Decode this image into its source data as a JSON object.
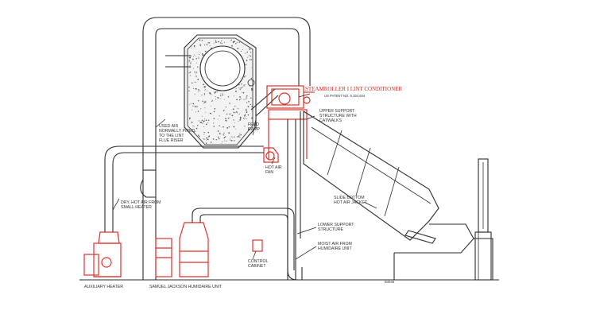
{
  "title": "STEAMROLLER I LINT CONDITIONER",
  "patent": "US PATENT NO. 6,334,634",
  "labels": {
    "upper_support": [
      "UPPER SUPPORT",
      "STRUCTURE WITH",
      "CATWALKS"
    ],
    "used_air": [
      "USED AIR",
      "NORMALLY PIPED",
      "TO THE LINT",
      "FLUE RISER"
    ],
    "feed_ramp": [
      "FEED",
      "RAMP"
    ],
    "hot_air_fan": [
      "HOT AIR",
      "FAN"
    ],
    "dry_hot_air": [
      "DRY, HOT AIR FROM",
      "SMALL HEATER"
    ],
    "slide_bottom": [
      "SLIDE BOTTOM",
      "HOT AIR JACKET"
    ],
    "lower_support": [
      "LOWER SUPPORT",
      "STRUCTURE"
    ],
    "moist_air": [
      "MOIST AIR FROM",
      "HUMIDAIRE UNIT"
    ],
    "control_cabinet": [
      "CONTROL",
      "CABINET"
    ],
    "auxiliary_heater": "AUXILIARY HEATER",
    "humidaire_unit": "SAMUEL JACKSON HUMIDAIRE UNIT",
    "drawing_number": "B4946"
  },
  "colors": {
    "line": "#2b2b2b",
    "highlight": "#e0312b",
    "background": "#ffffff"
  }
}
